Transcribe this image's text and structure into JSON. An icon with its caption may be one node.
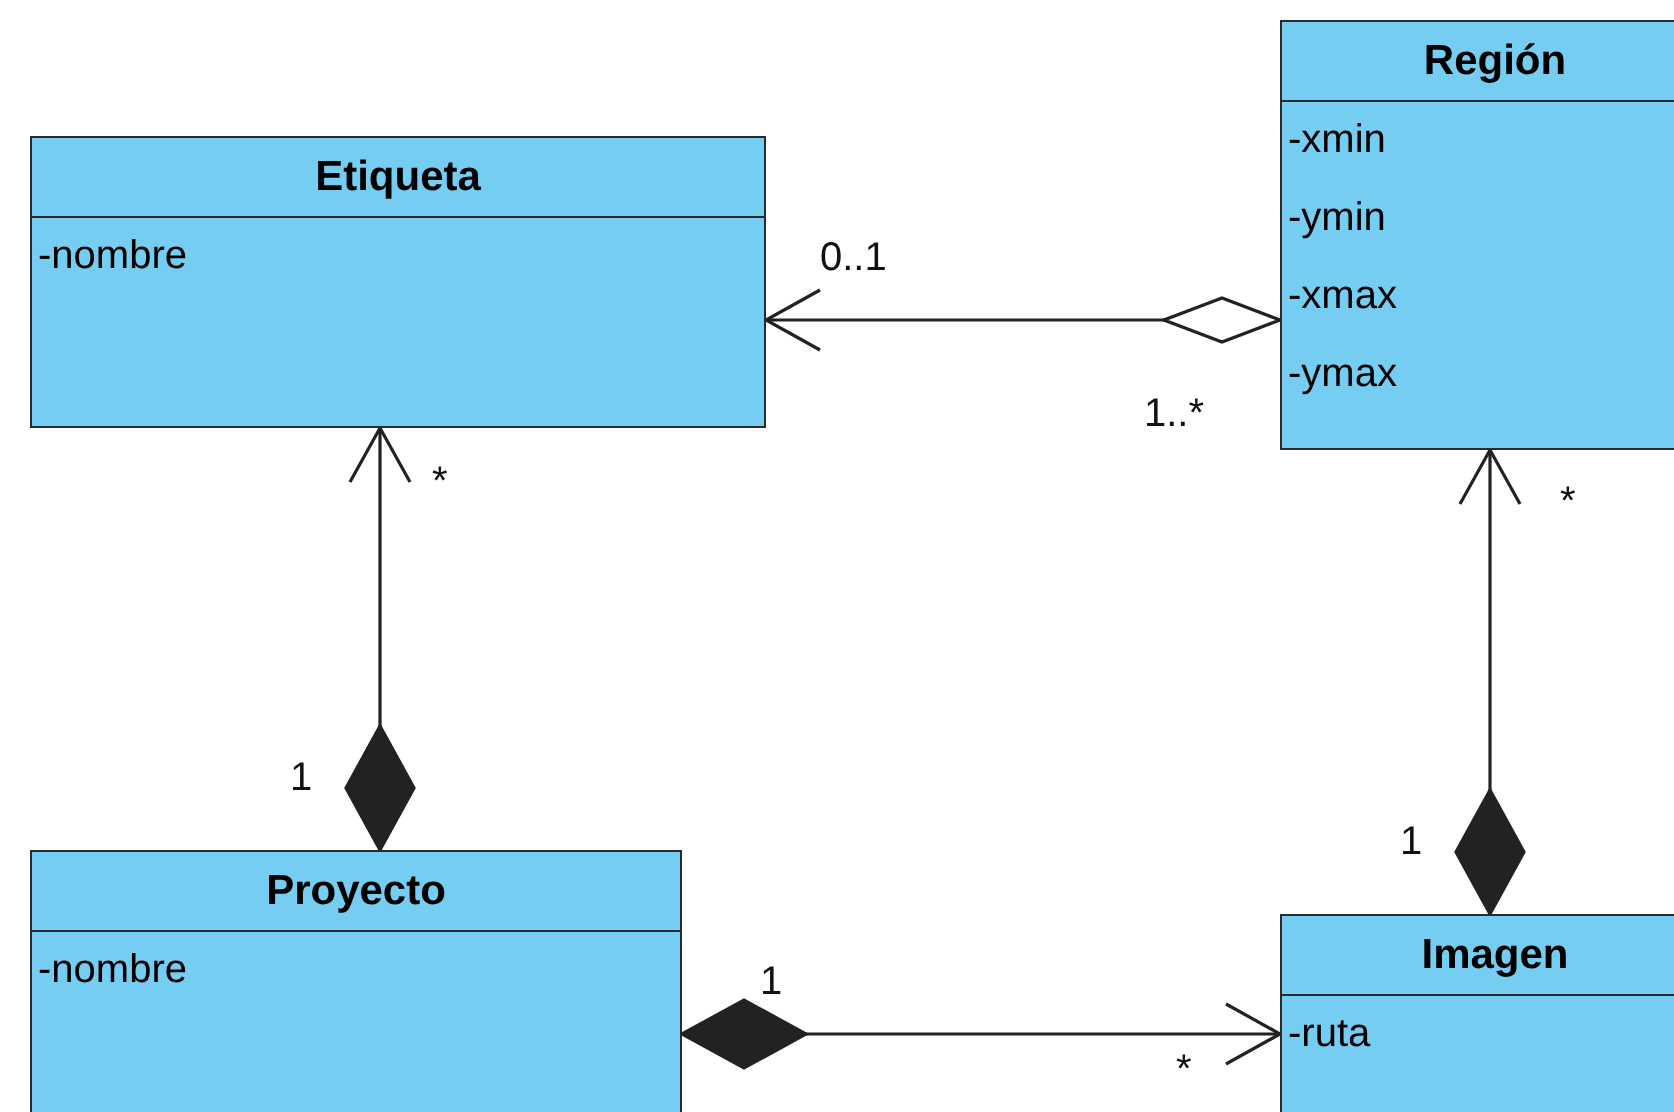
{
  "diagram": {
    "nodes": [
      {
        "text": [
          "Etiqueta",
          "-nombre"
        ]
      },
      {
        "text": [
          "Región",
          "-xmin",
          "-ymin",
          "-xmax",
          "-ymax"
        ]
      },
      {
        "text": [
          "Proyecto",
          "-nombre"
        ]
      },
      {
        "text": [
          "Imagen",
          "-ruta"
        ]
      }
    ],
    "edges": [
      {
        "from": 1,
        "to": 0,
        "arrow": "to"
      },
      {
        "from": 2,
        "to": 0,
        "arrow": "to"
      },
      {
        "from": 3,
        "to": 1,
        "arrow": "to"
      },
      {
        "from": 2,
        "to": 3,
        "arrow": "to"
      }
    ],
    "labels": [
      "0..1",
      "1..*",
      "*",
      "*",
      "1",
      "1",
      "1",
      "*"
    ]
  }
}
